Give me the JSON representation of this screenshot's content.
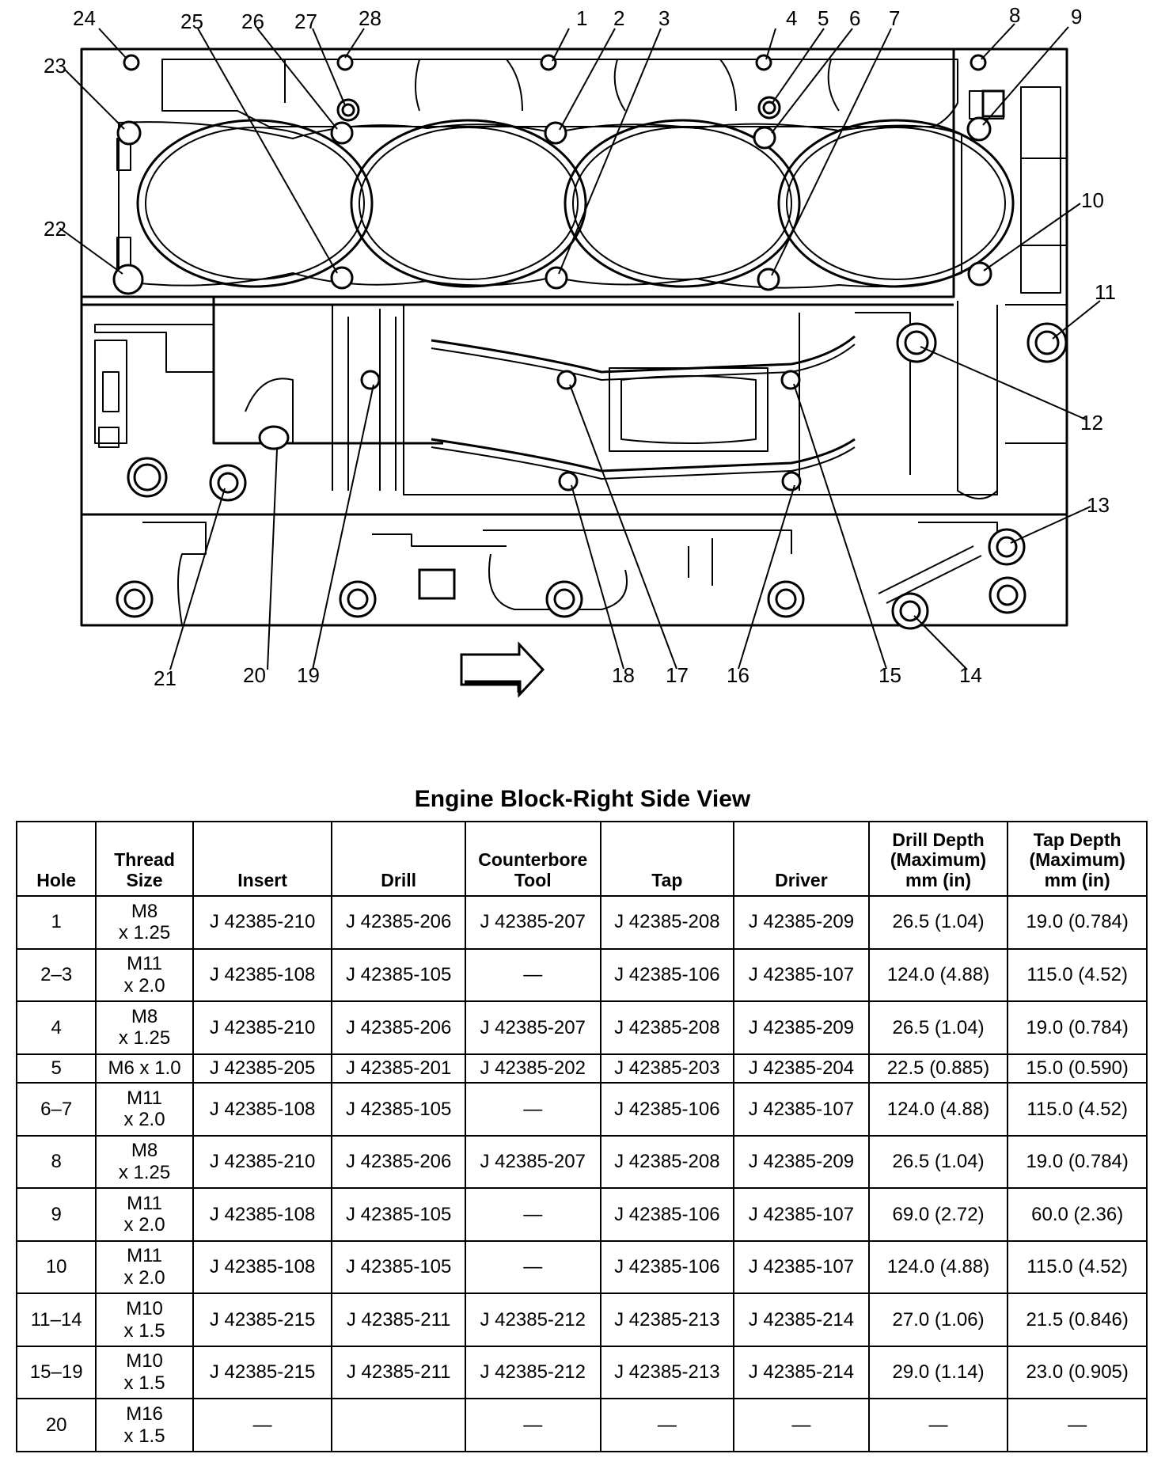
{
  "table_title": "Engine Block-Right Side View",
  "callouts": [
    "1",
    "2",
    "3",
    "4",
    "5",
    "6",
    "7",
    "8",
    "9",
    "10",
    "11",
    "12",
    "13",
    "14",
    "15",
    "16",
    "17",
    "18",
    "19",
    "20",
    "21",
    "22",
    "23",
    "24",
    "25",
    "26",
    "27",
    "28"
  ],
  "headers": [
    "Hole",
    "Thread\nSize",
    "Insert",
    "Drill",
    "Counterbore\nTool",
    "Tap",
    "Driver",
    "Drill Depth\n(Maximum)\nmm (in)",
    "Tap Depth\n(Maximum)\nmm (in)"
  ],
  "rows": [
    [
      "1",
      "M8\nx 1.25",
      "J 42385-210",
      "J 42385-206",
      "J 42385-207",
      "J 42385-208",
      "J 42385-209",
      "26.5 (1.04)",
      "19.0 (0.784)"
    ],
    [
      "2–3",
      "M11\nx 2.0",
      "J 42385-108",
      "J 42385-105",
      "—",
      "J 42385-106",
      "J 42385-107",
      "124.0 (4.88)",
      "115.0 (4.52)"
    ],
    [
      "4",
      "M8\nx 1.25",
      "J 42385-210",
      "J 42385-206",
      "J 42385-207",
      "J 42385-208",
      "J 42385-209",
      "26.5 (1.04)",
      "19.0 (0.784)"
    ],
    [
      "5",
      "M6 x 1.0",
      "J 42385-205",
      "J 42385-201",
      "J 42385-202",
      "J 42385-203",
      "J 42385-204",
      "22.5 (0.885)",
      "15.0 (0.590)"
    ],
    [
      "6–7",
      "M11\nx 2.0",
      "J 42385-108",
      "J 42385-105",
      "—",
      "J 42385-106",
      "J 42385-107",
      "124.0 (4.88)",
      "115.0 (4.52)"
    ],
    [
      "8",
      "M8\nx 1.25",
      "J 42385-210",
      "J 42385-206",
      "J 42385-207",
      "J 42385-208",
      "J 42385-209",
      "26.5 (1.04)",
      "19.0 (0.784)"
    ],
    [
      "9",
      "M11\nx 2.0",
      "J 42385-108",
      "J 42385-105",
      "—",
      "J 42385-106",
      "J 42385-107",
      "69.0 (2.72)",
      "60.0 (2.36)"
    ],
    [
      "10",
      "M11\nx 2.0",
      "J 42385-108",
      "J 42385-105",
      "—",
      "J 42385-106",
      "J 42385-107",
      "124.0 (4.88)",
      "115.0 (4.52)"
    ],
    [
      "11–14",
      "M10\nx 1.5",
      "J 42385-215",
      "J 42385-211",
      "J 42385-212",
      "J 42385-213",
      "J 42385-214",
      "27.0 (1.06)",
      "21.5 (0.846)"
    ],
    [
      "15–19",
      "M10\nx 1.5",
      "J 42385-215",
      "J 42385-211",
      "J 42385-212",
      "J 42385-213",
      "J 42385-214",
      "29.0 (1.14)",
      "23.0 (0.905)"
    ],
    [
      "20",
      "M16\nx 1.5",
      "—",
      "",
      "—",
      "—",
      "—",
      "—",
      "—"
    ]
  ]
}
